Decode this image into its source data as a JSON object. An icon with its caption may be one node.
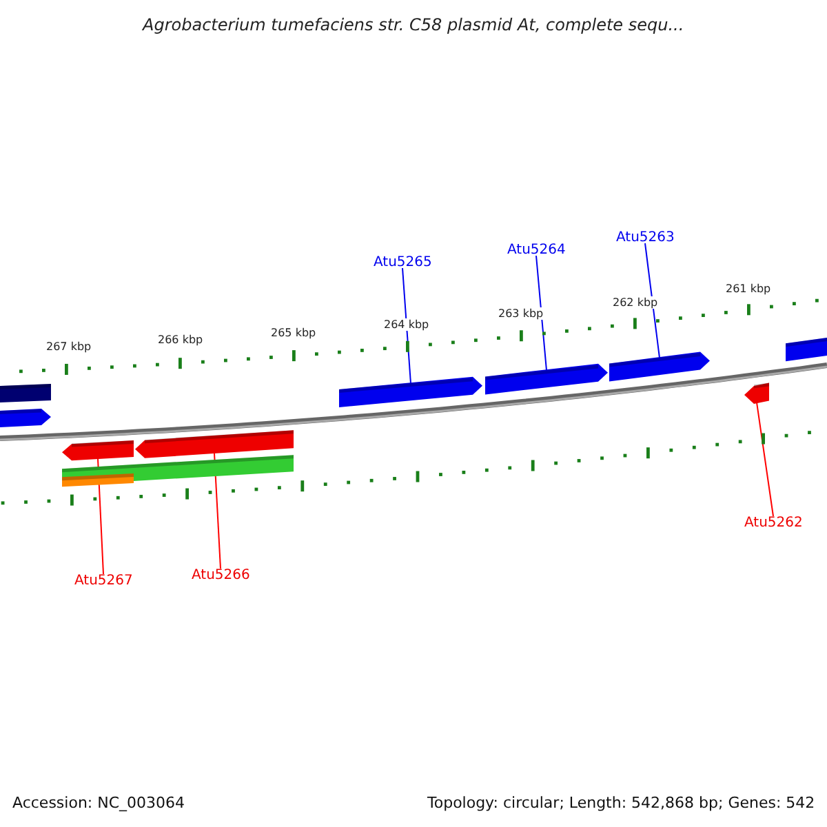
{
  "diagram": {
    "title": "Agrobacterium tumefaciens str. C58 plasmid At, complete sequ...",
    "nodes": [
      {
        "text": [
          "Atu5265"
        ]
      },
      {
        "text": [
          "Atu5264"
        ]
      },
      {
        "text": [
          "Atu5263"
        ]
      },
      {
        "text": [
          "Atu5267"
        ]
      },
      {
        "text": [
          "Atu5266"
        ]
      },
      {
        "text": [
          "Atu5262"
        ]
      },
      {
        "text": [],
        "shape": "bar"
      },
      {
        "text": [],
        "shape": "bar"
      },
      {
        "text": [],
        "shape": "bar"
      },
      {
        "text": [],
        "shape": "bar"
      },
      {
        "text": [],
        "shape": "bar"
      },
      {
        "text": [],
        "shape": "bar"
      }
    ],
    "edges": [
      {
        "from": 0,
        "to": 6,
        "arrow": "none"
      },
      {
        "from": 1,
        "to": 7,
        "arrow": "none"
      },
      {
        "from": 2,
        "to": 8,
        "arrow": "none"
      },
      {
        "from": 3,
        "to": 9,
        "arrow": "none",
        "color": "#ff0000"
      },
      {
        "from": 4,
        "to": 10,
        "arrow": "none",
        "color": "#ff0000"
      },
      {
        "from": 5,
        "to": 11,
        "arrow": "none",
        "color": "#ff0000"
      }
    ],
    "labels": [
      "267 kbp",
      "266 kbp",
      "265 kbp",
      "264 kbp",
      "263 kbp",
      "262 kbp",
      "261 kbp",
      "Accession: NC_003064",
      "Topology: circular; Length: 542,868 bp; Genes: 542"
    ]
  }
}
